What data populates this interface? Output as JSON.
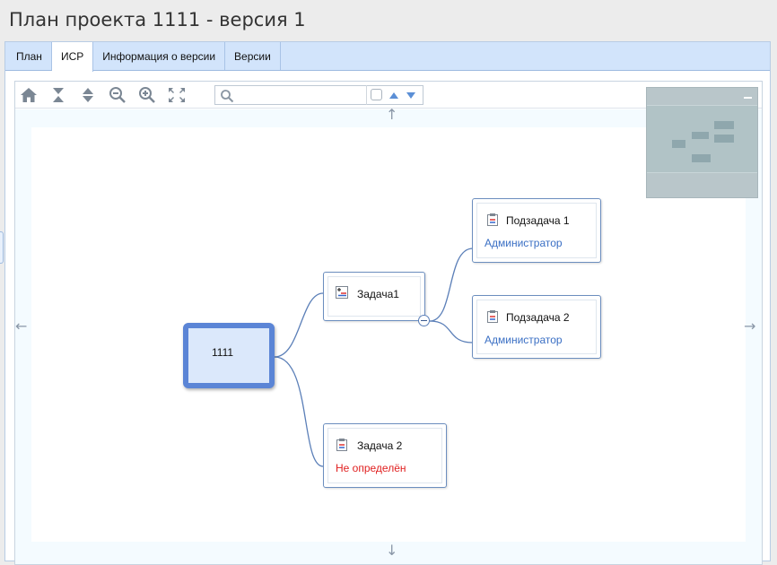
{
  "page": {
    "title": "План проекта 1111 - версия 1"
  },
  "tabs": [
    {
      "label": "План",
      "active": false
    },
    {
      "label": "ИСР",
      "active": true
    },
    {
      "label": "Информация о версии",
      "active": false
    },
    {
      "label": "Версии",
      "active": false
    }
  ],
  "toolbar": {
    "icons": [
      "home-icon",
      "collapse-all-icon",
      "expand-all-icon",
      "zoom-out-icon",
      "zoom-in-icon",
      "fit-to-screen-icon"
    ],
    "search": {
      "value": "",
      "placeholder": ""
    },
    "search_icons": [
      "search-icon",
      "checkbox-icon",
      "arrow-up-icon",
      "arrow-down-icon"
    ]
  },
  "wbs": {
    "root": {
      "label": "1111"
    },
    "tasks": [
      {
        "title": "Задача1",
        "icon": "task-group-icon"
      },
      {
        "title": "Задача 2",
        "assignee": "Не определён",
        "icon": "task-icon"
      }
    ],
    "subtasks": [
      {
        "title": "Подзадача 1",
        "assignee": "Администратор",
        "icon": "task-icon"
      },
      {
        "title": "Подзадача 2",
        "assignee": "Администратор",
        "icon": "task-icon"
      }
    ]
  },
  "colors": {
    "accent": "#5b85d6",
    "link_blue": "#3a6fc4",
    "undefined_red": "#e02020",
    "tab_bar": "#d2e4fb"
  }
}
